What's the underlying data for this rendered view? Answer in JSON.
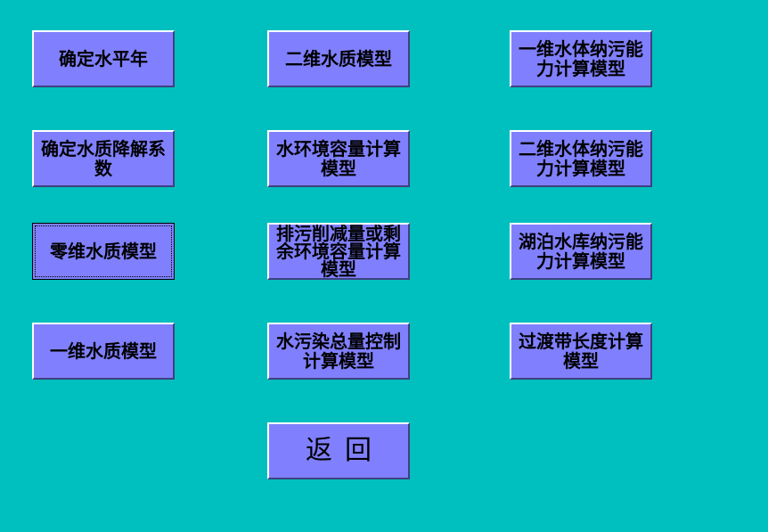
{
  "buttons": {
    "c1r1": "确定水平年",
    "c1r2": "确定水质降解系数",
    "c1r3": "零维水质模型",
    "c1r4": "一维水质模型",
    "c2r1": "二维水质模型",
    "c2r2": "水环境容量计算模型",
    "c2r3": "排污削减量或剩余环境容量计算模型",
    "c2r4": "水污染总量控制计算模型",
    "c3r1": "一维水体纳污能力计算模型",
    "c3r2": "二维水体纳污能力计算模型",
    "c3r3": "湖泊水库纳污能力计算模型",
    "c3r4": "过渡带长度计算模型",
    "back": "返回"
  },
  "colors": {
    "background": "#00BFBF",
    "button_face": "#8080FF"
  }
}
